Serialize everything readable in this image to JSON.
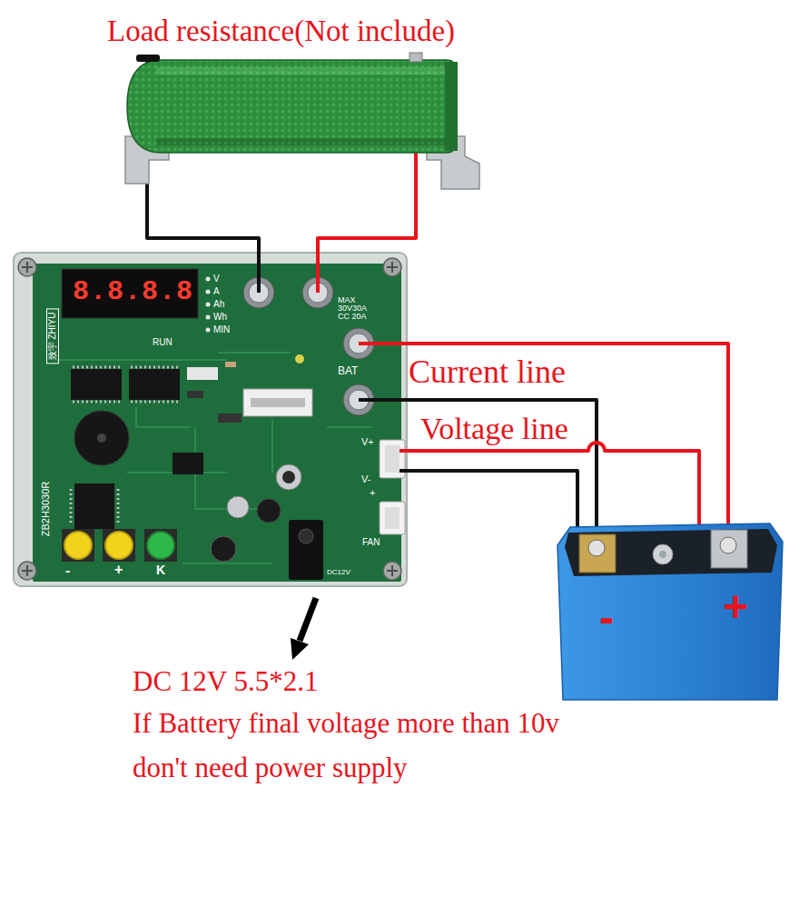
{
  "diagram": {
    "nodes": [
      {
        "text": [
          "Load resistance(Not include)"
        ]
      },
      {
        "text": [
          "8.8.8.8",
          "V",
          "A",
          "Ah",
          "Wh",
          "MIN",
          "MAX 30V30A CC 20A",
          "RUN",
          "BAT",
          "V+",
          "V-",
          "+",
          "FAN",
          "ZB2H3030R",
          "致宇 ZHIYU",
          "DC12V",
          "-",
          "+",
          "K"
        ]
      },
      {
        "text": [
          "-",
          "+"
        ]
      }
    ],
    "edges": [
      {
        "from": 0,
        "to": 1,
        "arrow": "none"
      },
      {
        "from": 0,
        "to": 1,
        "arrow": "none"
      },
      {
        "from": 1,
        "to": 2,
        "arrow": "none"
      },
      {
        "from": 1,
        "to": 2,
        "arrow": "none"
      },
      {
        "from": 1,
        "to": 2,
        "arrow": "none"
      },
      {
        "from": 1,
        "to": 2,
        "arrow": "none"
      }
    ],
    "labels": [
      "Current line",
      "Voltage line",
      "DC 12V 5.5*2.1",
      "If Battery final voltage more than 10v",
      "don't need power supply"
    ]
  }
}
